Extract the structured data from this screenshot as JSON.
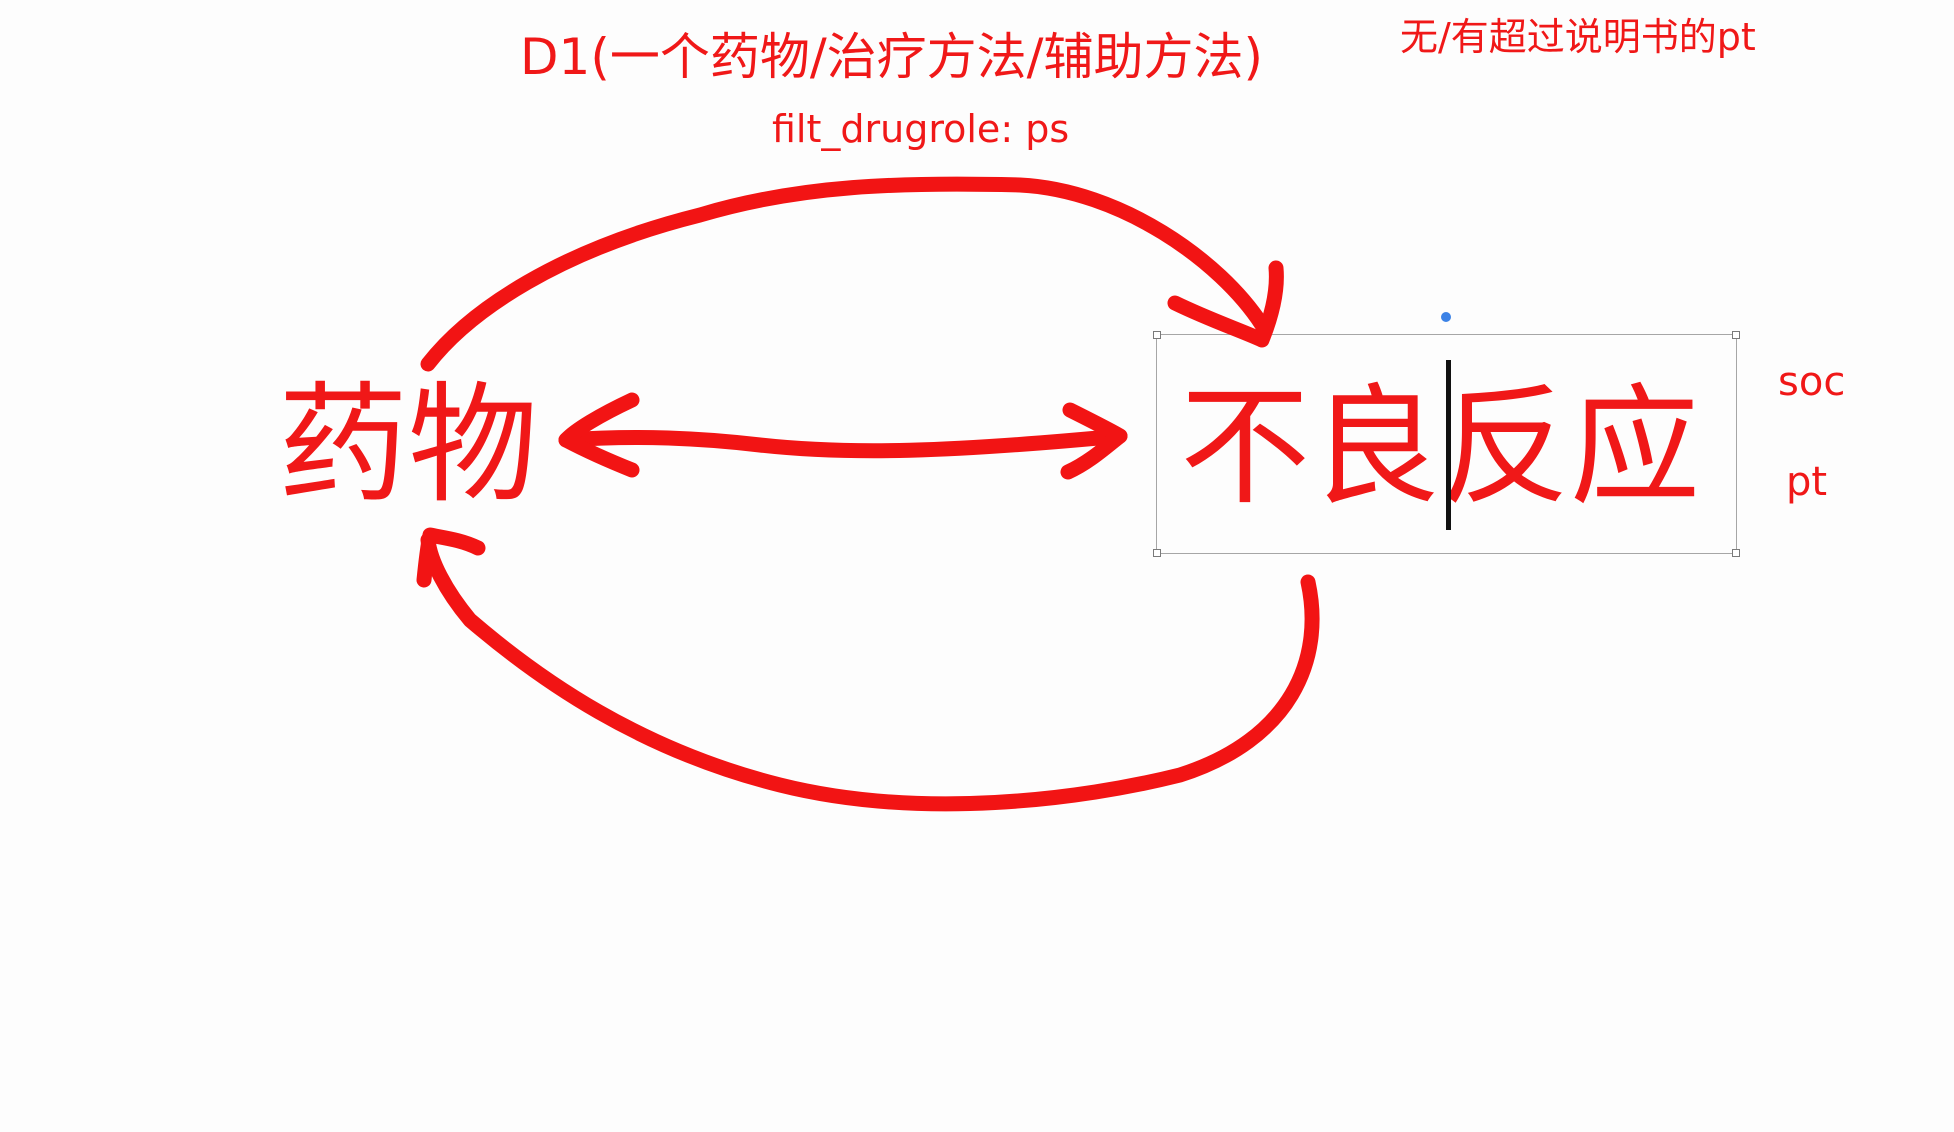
{
  "slide": {
    "title": "D1(一个药物/治疗方法/辅助方法)",
    "note": "无/有超过说明书的pt",
    "filter": "filt_drugrole: ps",
    "drug": "药物",
    "adverse_event": "不良反应",
    "soc": "soc",
    "pt": "pt"
  },
  "colors": {
    "annotation_red": "#f21414",
    "text_red": "#f01818",
    "selection_border": "#a6a6a6",
    "rotate_handle": "#3b82e6"
  }
}
